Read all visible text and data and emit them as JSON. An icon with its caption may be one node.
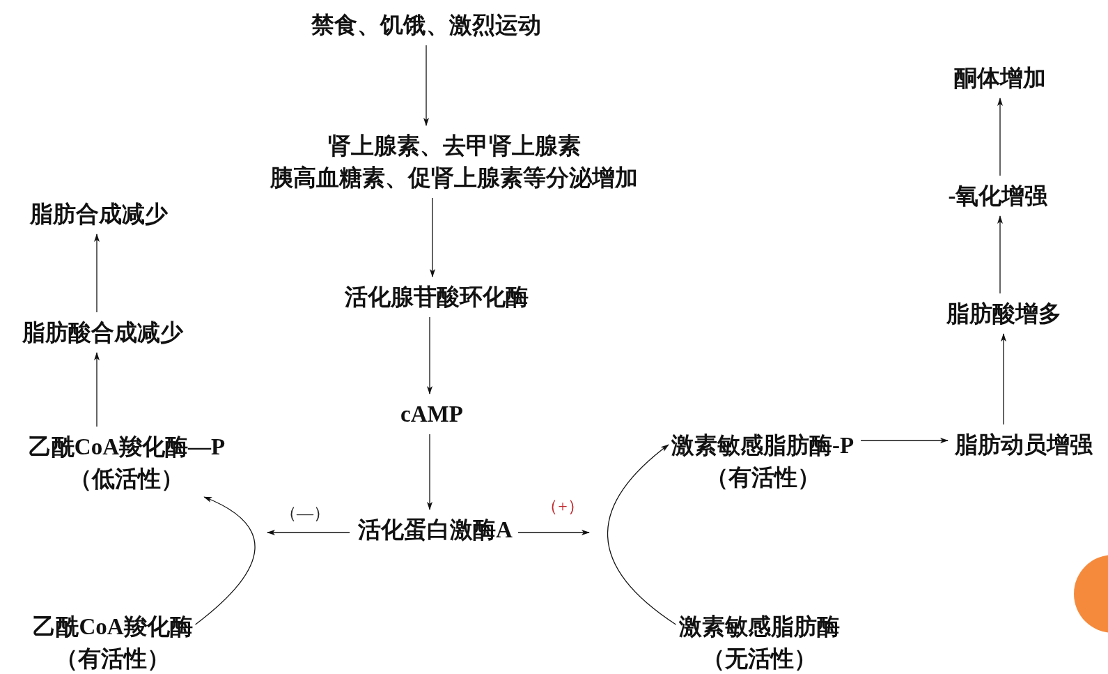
{
  "diagram": {
    "nodes": [
      {
        "text": [
          "禁食、饥饿、激烈运动"
        ]
      },
      {
        "text": [
          "肾上腺素、去甲肾上腺素",
          "胰高血糖素、促肾上腺素等分泌增加"
        ]
      },
      {
        "text": [
          "活化腺苷酸环化酶"
        ]
      },
      {
        "text": [
          "cAMP"
        ]
      },
      {
        "text": [
          "活化蛋白激酶A"
        ]
      },
      {
        "text": [
          "乙酰CoA羧化酶—P",
          "（低活性）"
        ]
      },
      {
        "text": [
          "乙酰CoA羧化酶",
          "（有活性）"
        ]
      },
      {
        "text": [
          "脂肪酸合成减少"
        ]
      },
      {
        "text": [
          "脂肪合成减少"
        ]
      },
      {
        "text": [
          "激素敏感脂肪酶-P",
          "（有活性）"
        ]
      },
      {
        "text": [
          "激素敏感脂肪酶",
          "（无活性）"
        ]
      },
      {
        "text": [
          "脂肪动员增强"
        ]
      },
      {
        "text": [
          "脂肪酸增多"
        ]
      },
      {
        "text": [
          "-氧化增强"
        ]
      },
      {
        "text": [
          "酮体增加"
        ]
      }
    ],
    "edges": [
      {
        "from": 0,
        "to": 1,
        "arrow": "to"
      },
      {
        "from": 1,
        "to": 2,
        "arrow": "to"
      },
      {
        "from": 2,
        "to": 3,
        "arrow": "to"
      },
      {
        "from": 3,
        "to": 4,
        "arrow": "to"
      },
      {
        "from": 4,
        "to": null,
        "arrow": "to",
        "label": "（—）"
      },
      {
        "from": 4,
        "to": null,
        "arrow": "to",
        "label": "（+）"
      },
      {
        "from": 6,
        "to": 5,
        "arrow": "to"
      },
      {
        "from": 10,
        "to": 9,
        "arrow": "to"
      },
      {
        "from": 5,
        "to": 7,
        "arrow": "to"
      },
      {
        "from": 7,
        "to": 8,
        "arrow": "to"
      },
      {
        "from": 9,
        "to": 11,
        "arrow": "to"
      },
      {
        "from": 11,
        "to": 12,
        "arrow": "to"
      },
      {
        "from": 12,
        "to": 13,
        "arrow": "to"
      },
      {
        "from": 13,
        "to": 14,
        "arrow": "to"
      }
    ]
  }
}
